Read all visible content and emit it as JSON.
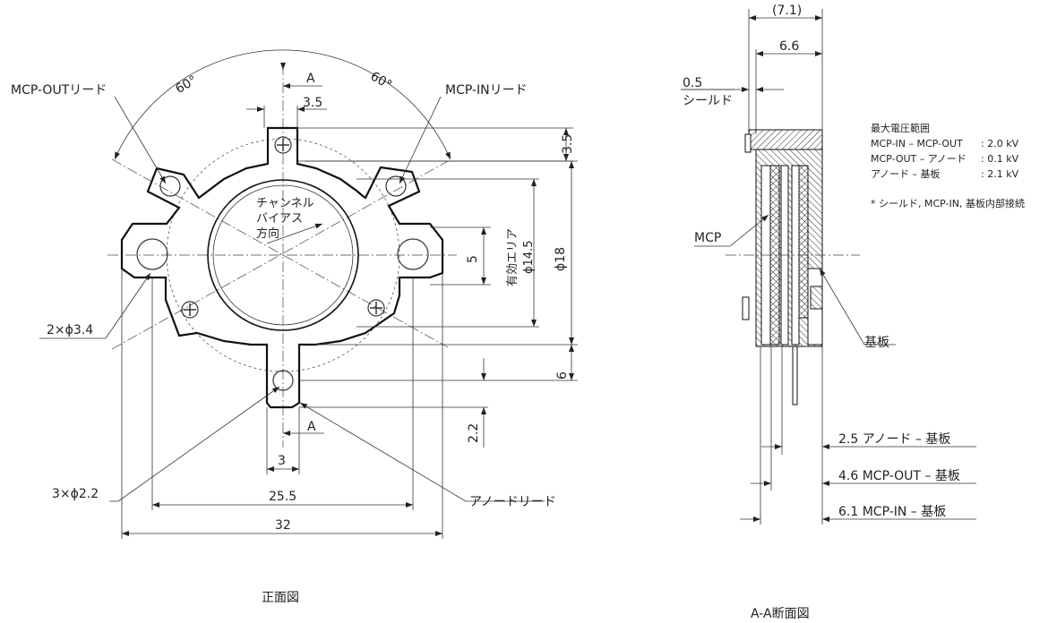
{
  "front_view": {
    "caption": "正面図",
    "labels": {
      "mcp_out_lead": "MCP-OUTリード",
      "mcp_in_lead": "MCP-INリード",
      "anode_lead": "アノードリード",
      "channel_bias_1": "チャンネル",
      "channel_bias_2": "バイアス",
      "channel_bias_3": "方向",
      "effective_area_1": "有効エリア",
      "effective_area_2": "ϕ14.5"
    },
    "dimensions": {
      "angle_left": "60°",
      "angle_right": "60°",
      "section_mark_top": "A",
      "section_mark_bottom": "A",
      "d_3_5_top": "3.5",
      "d_3_5_side": "3.5",
      "d_5": "5",
      "d_phi18": "ϕ18",
      "d_6": "6",
      "d_2_2": "2.2",
      "d_3": "3",
      "d_25_5": "25.5",
      "d_32": "32",
      "holes_large": "2×ϕ3.4",
      "holes_small": "3×ϕ2.2"
    }
  },
  "section_view": {
    "caption": "A-A断面図",
    "labels": {
      "mcp": "MCP",
      "substrate": "基板",
      "shield": "シールド"
    },
    "dimensions": {
      "d_7_1": "(7.1)",
      "d_6_6": "6.6",
      "d_0_5": "0.5",
      "anode_substrate": "2.5 アノード – 基板",
      "mcpout_substrate": "4.6 MCP-OUT – 基板",
      "mcpin_substrate": "6.1 MCP-IN – 基板"
    },
    "notes": {
      "title": "最大電圧範囲",
      "rows": [
        {
          "name": "MCP-IN – MCP-OUT",
          "value": ": 2.0 kV"
        },
        {
          "name": "MCP-OUT – アノード",
          "value": ": 0.1 kV"
        },
        {
          "name": "アノード – 基板",
          "value": ": 2.1 kV"
        }
      ],
      "footnote": "* シールド, MCP-IN, 基板内部接続"
    }
  }
}
